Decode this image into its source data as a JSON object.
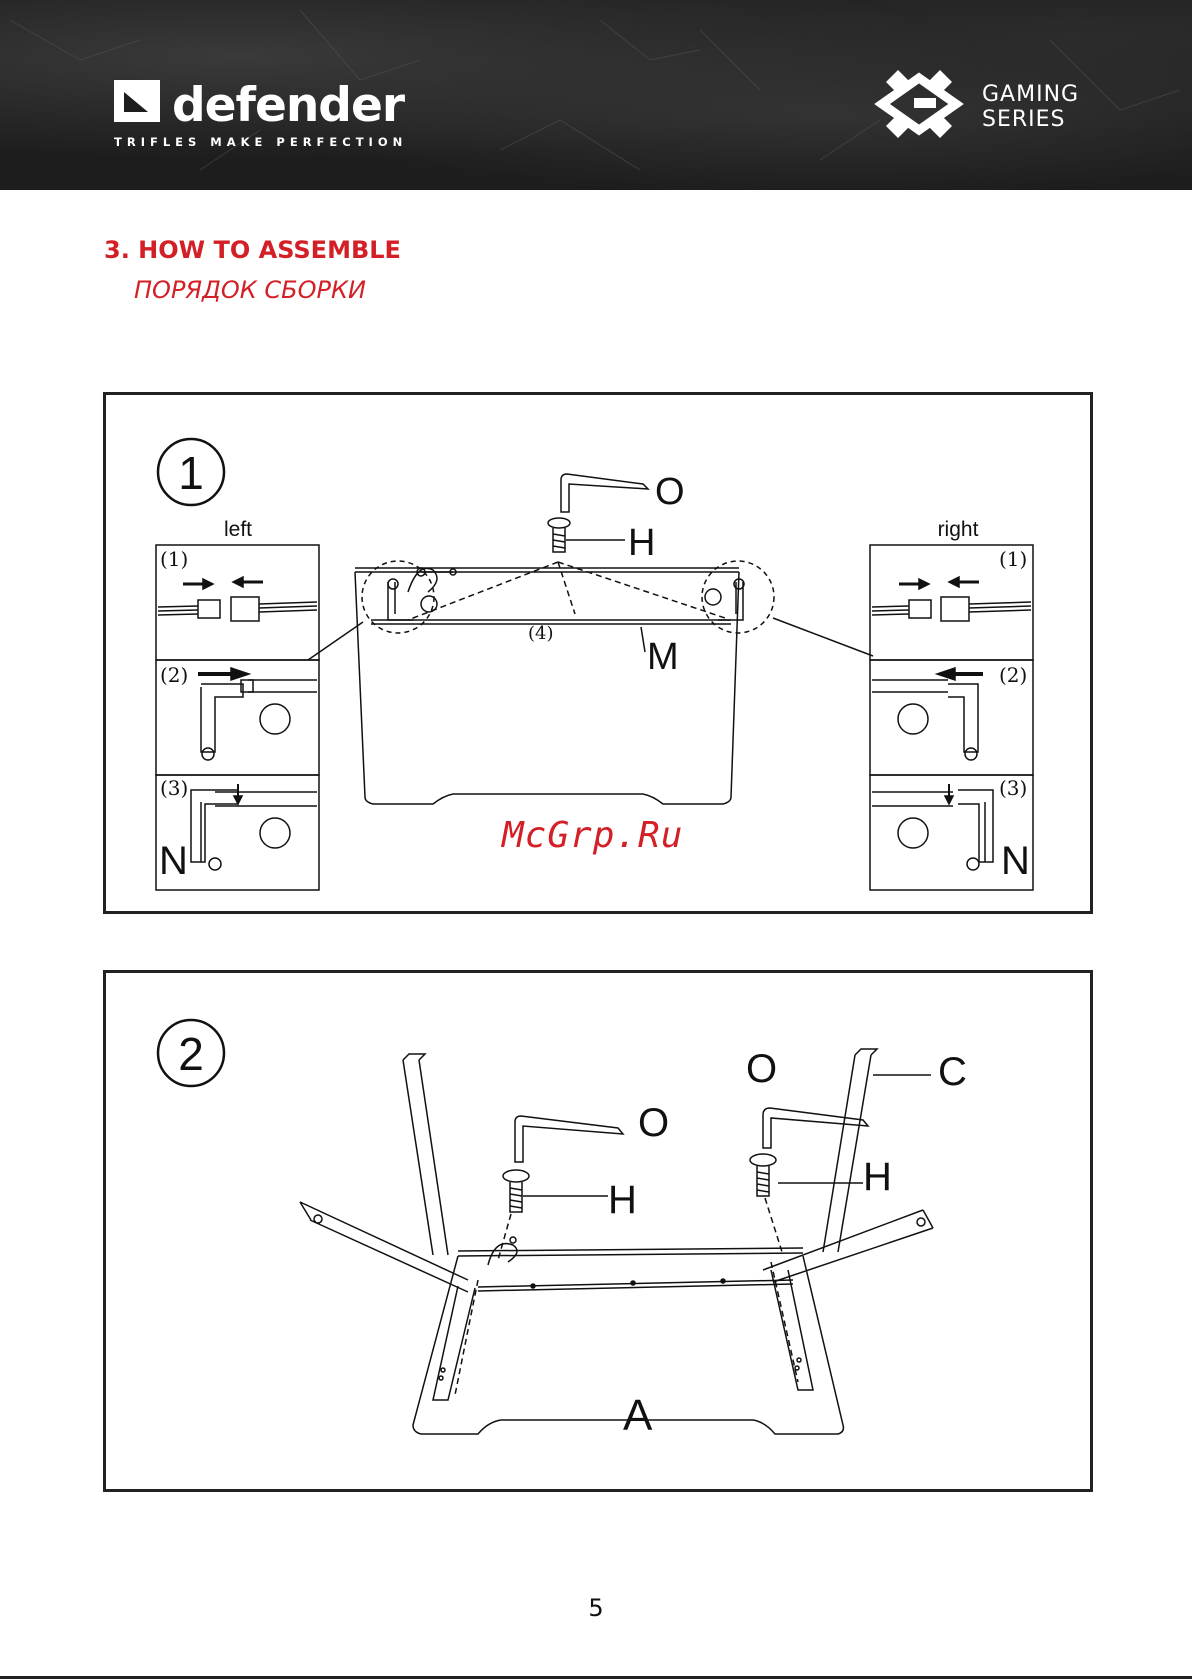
{
  "header": {
    "brand": "defender",
    "tagline": "TRIFLES MAKE PERFECTION",
    "series_line1": "GAMING",
    "series_line2": "SERIES"
  },
  "section": {
    "title": "3. HOW TO ASSEMBLE",
    "subtitle": "ПОРЯДОК СБОРКИ"
  },
  "step1": {
    "number": "1",
    "left_label": "left",
    "right_label": "right",
    "sub1": "(1)",
    "sub2": "(2)",
    "sub3": "(3)",
    "sub4": "(4)",
    "part_o": "O",
    "part_h": "H",
    "part_m": "M",
    "part_n": "N"
  },
  "watermark": "McGrp.Ru",
  "step2": {
    "number": "2",
    "part_o": "O",
    "part_h": "H",
    "part_c": "C",
    "part_a": "A"
  },
  "page_number": "5"
}
